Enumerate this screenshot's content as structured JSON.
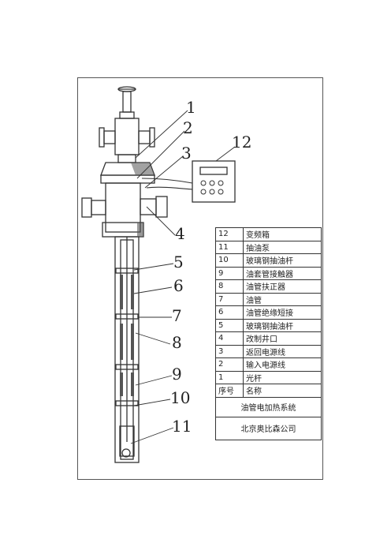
{
  "callouts": [
    "1",
    "2",
    "3",
    "12",
    "4",
    "5",
    "6",
    "7",
    "8",
    "9",
    "10",
    "11"
  ],
  "parts_table": {
    "rows": [
      {
        "no": "12",
        "name": "变频箱"
      },
      {
        "no": "11",
        "name": "抽油泵"
      },
      {
        "no": "10",
        "name": "玻璃钢抽油杆"
      },
      {
        "no": "9",
        "name": "油套管接触器"
      },
      {
        "no": "8",
        "name": "油管扶正器"
      },
      {
        "no": "7",
        "name": "油管"
      },
      {
        "no": "6",
        "name": "油管绝缘短接"
      },
      {
        "no": "5",
        "name": "玻璃钢抽油杆"
      },
      {
        "no": "4",
        "name": "改制井口"
      },
      {
        "no": "3",
        "name": "返回电源线"
      },
      {
        "no": "2",
        "name": "输入电源线"
      },
      {
        "no": "1",
        "name": "光杆"
      }
    ],
    "header": {
      "no": "序号",
      "name": "名称"
    },
    "title": "油管电加热系统",
    "company": "北京奥比森公司"
  },
  "control_box": {
    "buttons": 6
  }
}
